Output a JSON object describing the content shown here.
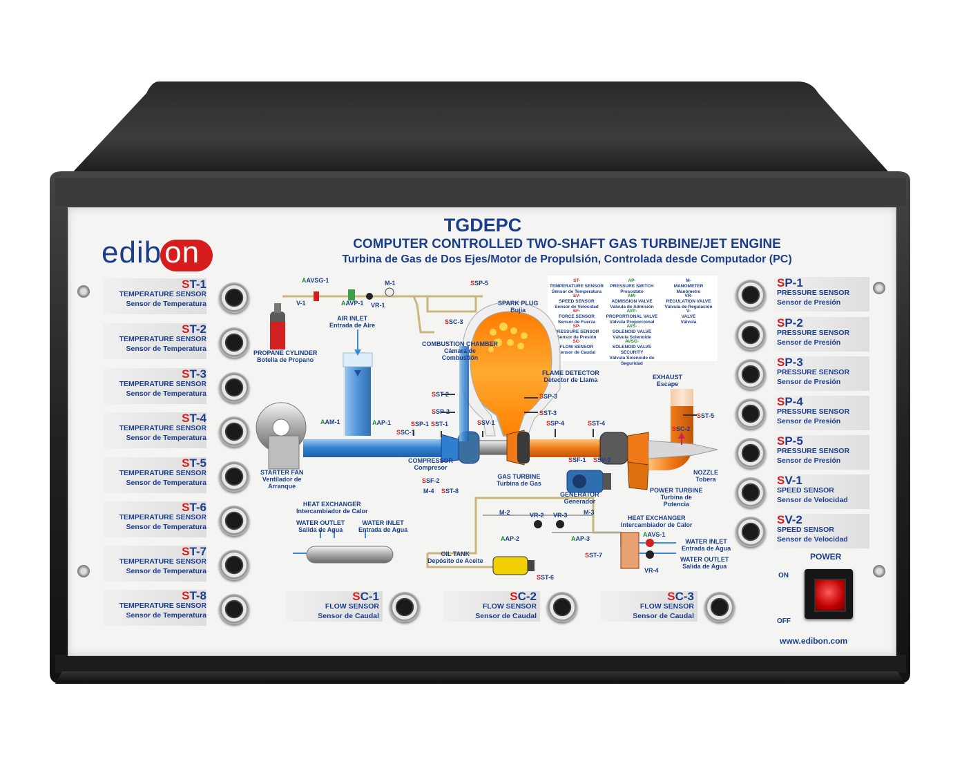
{
  "brand": {
    "logo_text_a": "edib",
    "logo_text_b": "on",
    "website": "www.edibon.com"
  },
  "title": {
    "model": "TGDEPC",
    "en": "COMPUTER CONTROLLED TWO-SHAFT GAS TURBINE/JET ENGINE",
    "es": "Turbina de Gas de Dos Ejes/Motor de Propulsión, Controlada desde Computador (PC)"
  },
  "left_sensors": [
    {
      "pre": "S",
      "code": "T-1",
      "en": "TEMPERATURE SENSOR",
      "es": "Sensor de Temperatura"
    },
    {
      "pre": "S",
      "code": "T-2",
      "en": "TEMPERATURE SENSOR",
      "es": "Sensor de Temperatura"
    },
    {
      "pre": "S",
      "code": "T-3",
      "en": "TEMPERATURE SENSOR",
      "es": "Sensor de Temperatura"
    },
    {
      "pre": "S",
      "code": "T-4",
      "en": "TEMPERATURE SENSOR",
      "es": "Sensor de Temperatura"
    },
    {
      "pre": "S",
      "code": "T-5",
      "en": "TEMPERATURE SENSOR",
      "es": "Sensor de Temperatura"
    },
    {
      "pre": "S",
      "code": "T-6",
      "en": "TEMPERATURE SENSOR",
      "es": "Sensor de Temperatura"
    },
    {
      "pre": "S",
      "code": "T-7",
      "en": "TEMPERATURE SENSOR",
      "es": "Sensor de Temperatura"
    },
    {
      "pre": "S",
      "code": "T-8",
      "en": "TEMPERATURE SENSOR",
      "es": "Sensor de Temperatura"
    }
  ],
  "right_sensors": [
    {
      "pre": "S",
      "code": "P-1",
      "en": "PRESSURE SENSOR",
      "es": "Sensor de Presión"
    },
    {
      "pre": "S",
      "code": "P-2",
      "en": "PRESSURE SENSOR",
      "es": "Sensor de Presión"
    },
    {
      "pre": "S",
      "code": "P-3",
      "en": "PRESSURE SENSOR",
      "es": "Sensor de Presión"
    },
    {
      "pre": "S",
      "code": "P-4",
      "en": "PRESSURE SENSOR",
      "es": "Sensor de Presión"
    },
    {
      "pre": "S",
      "code": "P-5",
      "en": "PRESSURE SENSOR",
      "es": "Sensor de Presión"
    },
    {
      "pre": "S",
      "code": "V-1",
      "en": "SPEED SENSOR",
      "es": "Sensor de Velocidad"
    },
    {
      "pre": "S",
      "code": "V-2",
      "en": "SPEED SENSOR",
      "es": "Sensor de Velocidad"
    }
  ],
  "bottom_sensors": [
    {
      "pre": "S",
      "code": "C-1",
      "en": "FLOW SENSOR",
      "es": "Sensor de Caudal"
    },
    {
      "pre": "S",
      "code": "C-2",
      "en": "FLOW SENSOR",
      "es": "Sensor de Caudal"
    },
    {
      "pre": "S",
      "code": "C-3",
      "en": "FLOW SENSOR",
      "es": "Sensor de Caudal"
    }
  ],
  "power": {
    "label": "POWER",
    "on": "ON",
    "off": "OFF"
  },
  "legend": [
    {
      "pre": "ST-",
      "en": "TEMPERATURE SENSOR",
      "es": "Sensor de Temperatura"
    },
    {
      "pre": "SV-",
      "en": "SPEED SENSOR",
      "es": "Sensor de Velocidad"
    },
    {
      "pre": "SF-",
      "en": "FORCE SENSOR",
      "es": "Sensor de Fuerza"
    },
    {
      "pre": "SP-",
      "en": "PRESSURE SENSOR",
      "es": "Sensor de Presión"
    },
    {
      "pre": "SC-",
      "en": "FLOW SENSOR",
      "es": "Sensor de Caudal"
    },
    {
      "pre": "AP-",
      "en": "PRESSURE SWITCH",
      "es": "Presostato"
    },
    {
      "pre": "AM-",
      "en": "ADMISSION VALVE",
      "es": "Válvula de Admisión"
    },
    {
      "pre": "AVP-",
      "en": "PROPORTIONAL VALVE",
      "es": "Válvula Proporcional"
    },
    {
      "pre": "AVS-",
      "en": "SOLENOID VALVE",
      "es": "Válvula Solenoide"
    },
    {
      "pre": "AVSG-",
      "en": "SOLENOID VALVE SECURITY",
      "es": "Válvula Solenoide de Seguridad"
    },
    {
      "pre": "M-",
      "en": "MANOMETER",
      "es": "Manómetro"
    },
    {
      "pre": "VR-",
      "en": "REGULATION VALVE",
      "es": "Válvula de Regulación"
    },
    {
      "pre": "V-",
      "en": "VALVE",
      "es": "Válvula"
    }
  ],
  "diagram": {
    "propane": {
      "en": "PROPANE CYLINDER",
      "es": "Botella de Propano"
    },
    "air_inlet": {
      "en": "AIR INLET",
      "es": "Entrada de Aire"
    },
    "spark": {
      "en": "SPARK PLUG",
      "es": "Bujía"
    },
    "combustion": {
      "en": "COMBUSTION CHAMBER",
      "es1": "Cámara de",
      "es2": "Combustión"
    },
    "flame": {
      "en": "FLAME DETECTOR",
      "es": "Detector de Llama"
    },
    "exhaust": {
      "en": "EXHAUST",
      "es": "Escape"
    },
    "starter": {
      "en": "STARTER FAN",
      "es1": "Ventilador de",
      "es2": "Arranque"
    },
    "compressor": {
      "en": "COMPRESSOR",
      "es": "Compresor"
    },
    "gas_turbine": {
      "en": "GAS TURBINE",
      "es": "Turbina de Gas"
    },
    "generator": {
      "en": "GENERATOR",
      "es": "Generador"
    },
    "power_turbine": {
      "en": "POWER TURBINE",
      "es1": "Turbina de",
      "es2": "Potencia"
    },
    "nozzle": {
      "en": "NOZZLE",
      "es": "Tobera"
    },
    "hx1": {
      "en": "HEAT EXCHANGER",
      "es": "Intercambiador de Calor"
    },
    "water_outlet1": {
      "en": "WATER OUTLET",
      "es": "Salida de Agua"
    },
    "water_inlet1": {
      "en": "WATER INLET",
      "es": "Entrada de Agua"
    },
    "oil_tank": {
      "en": "OIL TANK",
      "es": "Depósito de Aceite"
    },
    "hx2": {
      "en": "HEAT EXCHANGER",
      "es": "Intercambiador de Calor"
    },
    "water_inlet2": {
      "en": "WATER INLET",
      "es": "Entrada de Agua"
    },
    "water_outlet2": {
      "en": "WATER OUTLET",
      "es": "Salida de Agua"
    },
    "tags": {
      "avsg1": "AVSG-1",
      "v1": "V-1",
      "avp1": "AVP-1",
      "m1": "M-1",
      "vr1": "VR-1",
      "sp5": "SP-5",
      "sc3": "SC-3",
      "am1": "AM-1",
      "ap1": "AP-1",
      "sp1": "SP-1",
      "st1": "ST-1",
      "sv1": "SV-1",
      "sc1": "SC-1",
      "st2": "ST-2",
      "sp2": "SP-2",
      "st3": "SP-3",
      "st3b": "ST-3",
      "sp4": "SP-4",
      "st4": "ST-4",
      "st5": "ST-5",
      "sc2": "SC-2",
      "sf2": "SF-2",
      "m4": "M-4",
      "st8": "ST-8",
      "sf1": "SF-1",
      "sv2": "SV-2",
      "m2": "M-2",
      "vr2": "VR-2",
      "vr3": "VR-3",
      "m3": "M-3",
      "ap2": "AP-2",
      "ap3": "AP-3",
      "avs1": "AVS-1",
      "st7": "ST-7",
      "vr4": "VR-4",
      "st6": "ST-6"
    }
  }
}
